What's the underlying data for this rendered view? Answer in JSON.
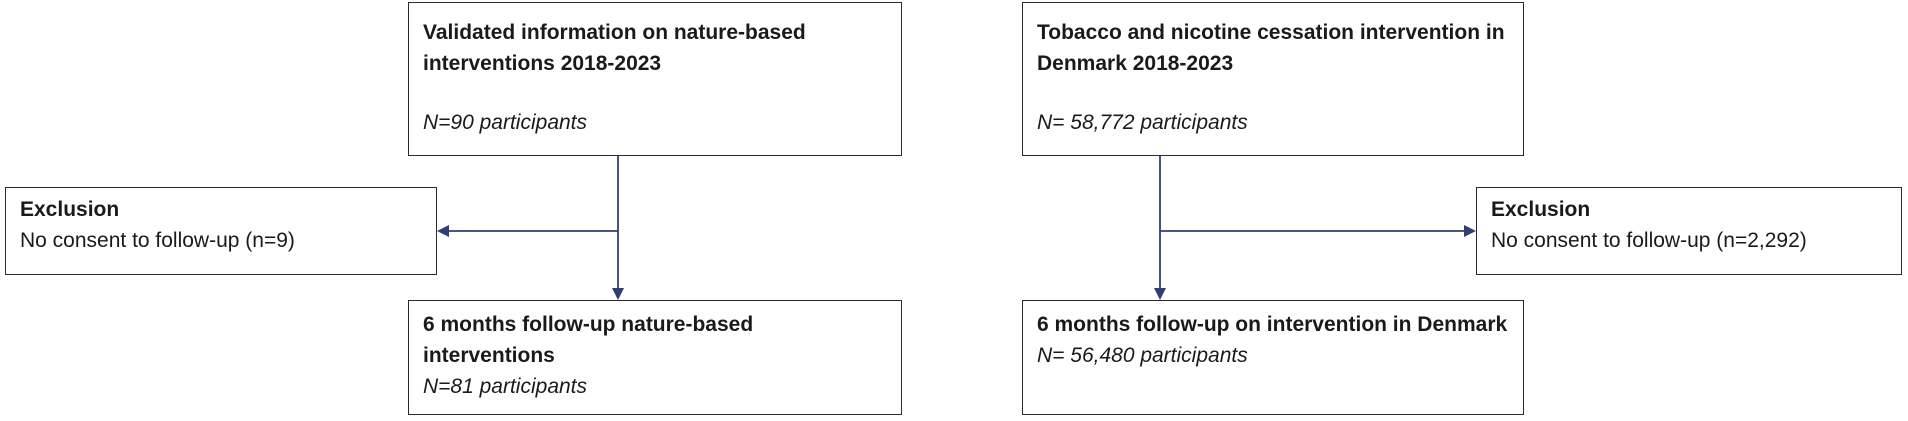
{
  "left_flow": {
    "top_box": {
      "title": "Validated information on nature-based interventions 2018-2023",
      "count": "N=90 participants"
    },
    "exclusion": {
      "title": "Exclusion",
      "text": "No consent to follow-up (n=9)"
    },
    "bottom_box": {
      "title": "6 months follow-up nature-based interventions",
      "count": "N=81 participants"
    }
  },
  "right_flow": {
    "top_box": {
      "title": "Tobacco and nicotine cessation intervention in Denmark 2018-2023",
      "count": "N= 58,772 participants"
    },
    "exclusion": {
      "title": "Exclusion",
      "text": "No consent to follow-up (n=2,292)"
    },
    "bottom_box": {
      "title": "6 months follow-up on intervention in Denmark",
      "count": "N= 56,480 participants"
    }
  },
  "colors": {
    "border": "#2b2b2b",
    "arrow": "#2f3f73"
  }
}
